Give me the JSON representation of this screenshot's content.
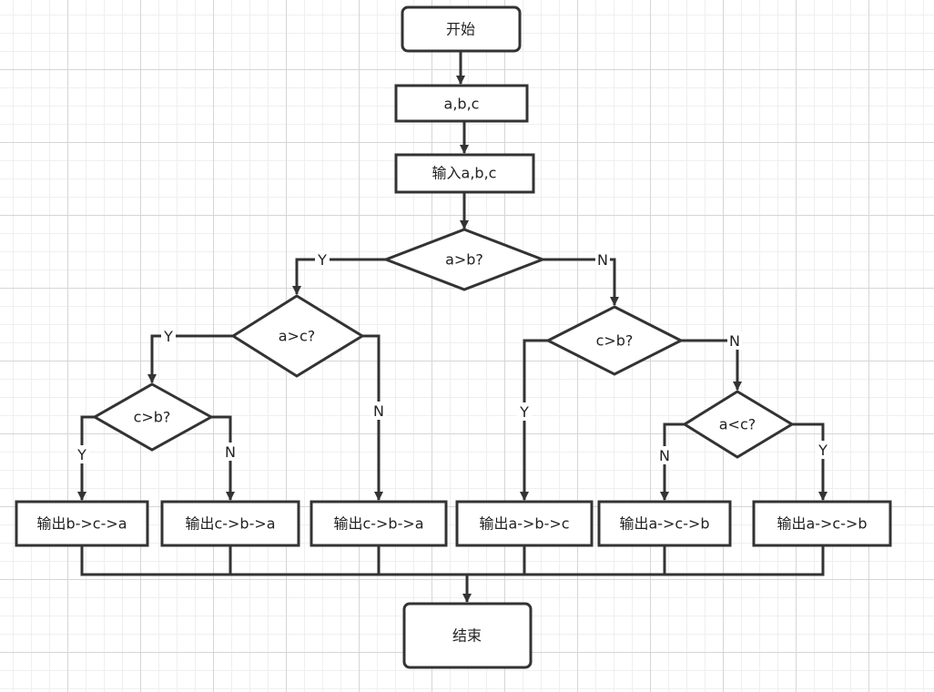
{
  "nodes": {
    "start": "开始",
    "declare": "a,b,c",
    "input": "输入a,b,c",
    "q_a_gt_b": "a>b?",
    "q_a_gt_c": "a>c?",
    "q_c_gt_b_left": "c>b?",
    "q_c_gt_b_right": "c>b?",
    "q_a_lt_c": "a<c?",
    "out_b_c_a": "输出b->c->a",
    "out_c_b_a_1": "输出c->b->a",
    "out_c_b_a_2": "输出c->b->a",
    "out_a_b_c": "输出a->b->c",
    "out_a_c_b_1": "输出a->c->b",
    "out_a_c_b_2": "输出a->c->b",
    "end": "结束"
  },
  "labels": {
    "yes": "Y",
    "no": "N"
  }
}
